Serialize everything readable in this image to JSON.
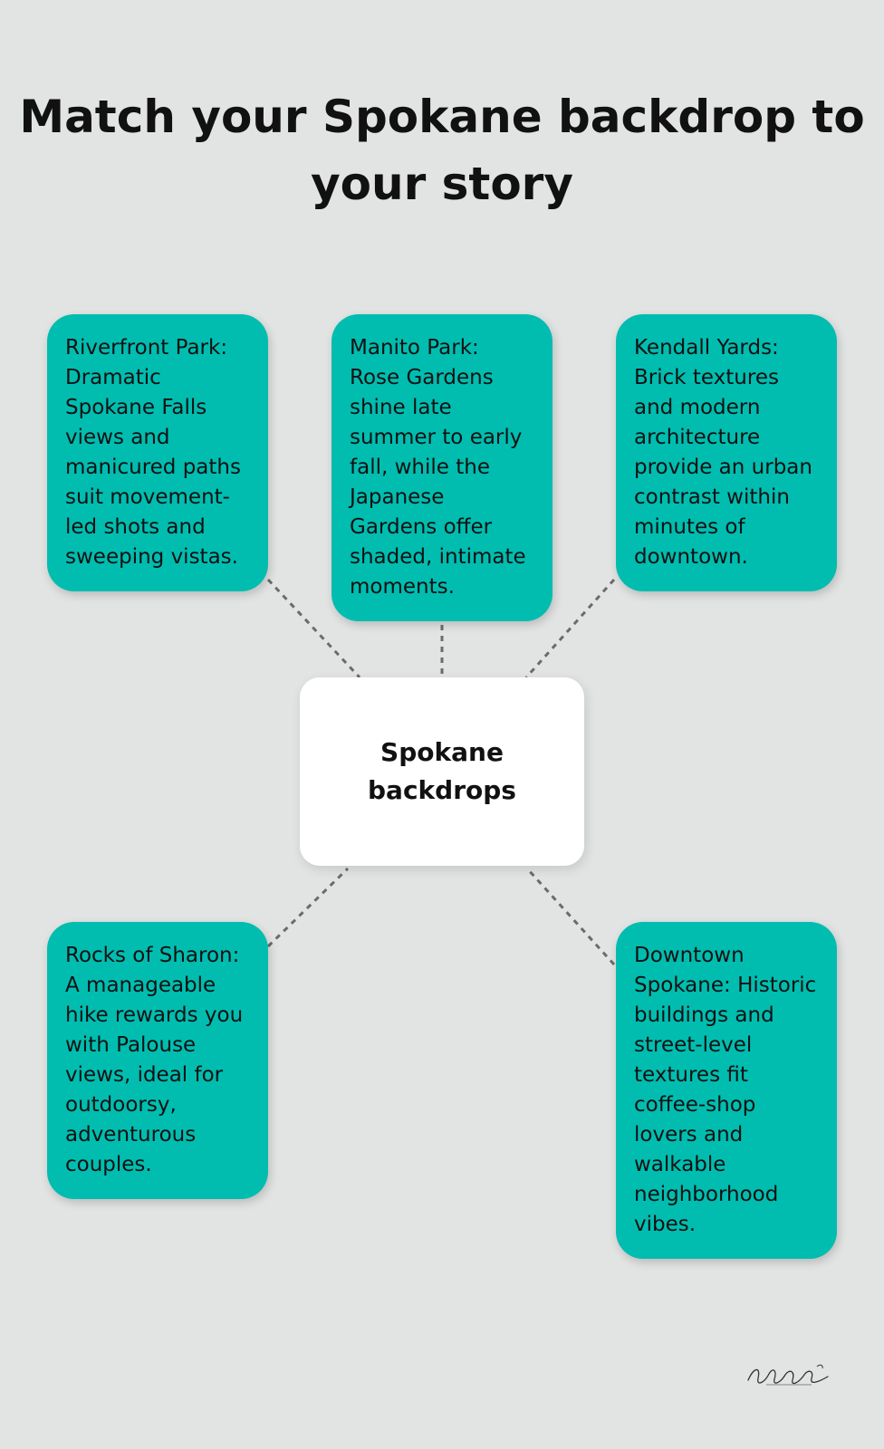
{
  "title": "Match your Spokane backdrop to your story",
  "center": {
    "label": "Spokane backdrops"
  },
  "nodes": [
    {
      "text": "Riverfront Park: Dramatic Spokane Falls views and manicured paths suit movement-led shots and sweeping vistas."
    },
    {
      "text": "Manito Park: Rose Gardens shine late summer to early fall, while the Japanese Gardens offer shaded, intimate moments."
    },
    {
      "text": "Kendall Yards: Brick textures and modern architecture provide an urban contrast within minutes of downtown."
    },
    {
      "text": "Rocks of Sharon: A manageable hike rewards you with Palouse views, ideal for outdoorsy, adventurous couples."
    },
    {
      "text": "Downtown Spokane: Historic buildings and street-level textures fit coffee-shop lovers and walkable neighborhood vibes."
    }
  ],
  "colors": {
    "background": "#e2e4e3",
    "node": "#00bdb0",
    "center": "#ffffff",
    "connector": "#6b6b6b",
    "text": "#111111"
  },
  "icons": {
    "signature": "signature-logo"
  }
}
